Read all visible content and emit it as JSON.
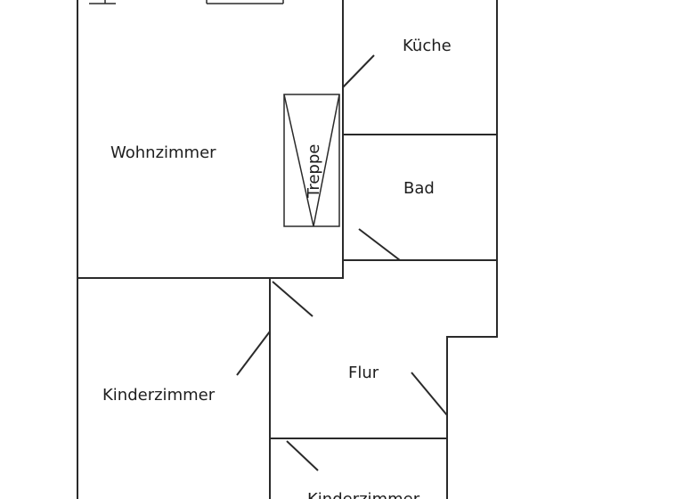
{
  "rooms": {
    "kueche": "Küche",
    "wohnzimmer": "Wohnzimmer",
    "treppe": "Treppe",
    "bad": "Bad",
    "flur": "Flur",
    "kinderzimmer_1": "Kinderzimmer",
    "kinderzimmer_2": "Kinderzimmer"
  }
}
